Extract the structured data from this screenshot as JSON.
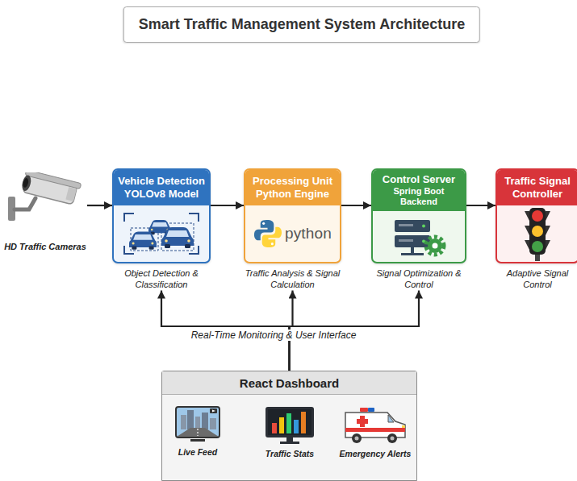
{
  "diagram": {
    "title": "Smart Traffic Management System Architecture",
    "nodes": [
      {
        "text": [
          "HD Traffic Cameras"
        ]
      },
      {
        "text": [
          "Vehicle Detection YOLOv8 Model",
          "Object Detection & Classification"
        ]
      },
      {
        "text": [
          "Processing Unit Python Engine",
          "python",
          "Traffic Analysis & Signal Calculation"
        ]
      },
      {
        "text": [
          "Control Server",
          "Spring Boot Backend",
          "Signal Optimization & Control"
        ]
      },
      {
        "text": [
          "Traffic Signal Controller",
          "Adaptive Signal Control"
        ]
      },
      {
        "text": [
          "React Dashboard"
        ]
      },
      {
        "text": [
          "Live Feed"
        ],
        "in": 5
      },
      {
        "text": [
          "Traffic Stats"
        ],
        "in": 5
      },
      {
        "text": [
          "Emergency Alerts"
        ],
        "in": 5
      }
    ],
    "edges": [
      {
        "from": 0,
        "to": 1,
        "arrow": "to"
      },
      {
        "from": 1,
        "to": 2,
        "arrow": "to"
      },
      {
        "from": 2,
        "to": 3,
        "arrow": "to"
      },
      {
        "from": 3,
        "to": 4,
        "arrow": "to"
      },
      {
        "from": 5,
        "to": 1,
        "arrow": "to"
      },
      {
        "from": 5,
        "to": 2,
        "arrow": "to"
      },
      {
        "from": 5,
        "to": 3,
        "arrow": "to"
      },
      {
        "from": 6,
        "to": 7,
        "arrow": "both"
      },
      {
        "from": 7,
        "to": 8,
        "arrow": "both"
      }
    ],
    "labels": [
      "Real-Time Monitoring & User Interface"
    ]
  }
}
